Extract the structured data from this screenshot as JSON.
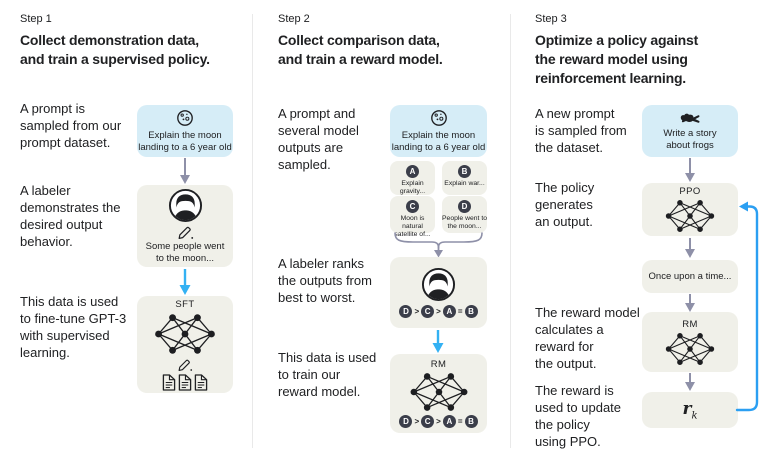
{
  "colors": {
    "background": "#ffffff",
    "text": "#202123",
    "box_blue": "#d6edf7",
    "box_gray": "#f0f0e9",
    "arrow_gray": "#8e90a8",
    "arrow_cyan": "#33b1f3",
    "arrow_feedback_blue": "#2b9ff2",
    "rank_circle": "#3b3e4a",
    "divider": "#e9e9e9"
  },
  "step1": {
    "label": "Step 1",
    "heading": "Collect demonstration data,\nand train a supervised policy.",
    "paragraphs": [
      "A prompt is\nsampled from our\nprompt dataset.",
      "A labeler\ndemonstrates the\ndesired output\nbehavior.",
      "This data is used\nto fine-tune GPT-3\nwith supervised\nlearning."
    ],
    "prompt_box": {
      "icon": "moon-icon",
      "text": "Explain the moon\nlanding to a 6 year old"
    },
    "labeler_box": {
      "icon": "labeler-icon",
      "pencil_icon": "pencil-icon",
      "text": "Some people went\nto the moon..."
    },
    "sft_box": {
      "label": "SFT",
      "network_icon": "network-icon",
      "pencil_icon": "pencil-icon",
      "documents_icon": "documents-icon"
    }
  },
  "step2": {
    "label": "Step 2",
    "heading": "Collect comparison data,\nand train a reward model.",
    "paragraphs": [
      "A prompt and\nseveral model\noutputs are\nsampled.",
      "A labeler ranks\nthe outputs from\nbest to worst.",
      "This data is used\nto train our\nreward model."
    ],
    "prompt_box": {
      "icon": "moon-icon",
      "text": "Explain the moon\nlanding to a 6 year old"
    },
    "outputs": [
      {
        "letter": "A",
        "text": "Explain gravity..."
      },
      {
        "letter": "B",
        "text": "Explain war..."
      },
      {
        "letter": "C",
        "text": "Moon is natural\nsatellite of..."
      },
      {
        "letter": "D",
        "text": "People went to\nthe moon..."
      }
    ],
    "labeler_box": {
      "icon": "labeler-icon",
      "ranking": [
        "D",
        ">",
        "C",
        ">",
        "A",
        "=",
        "B"
      ]
    },
    "rm_box": {
      "label": "RM",
      "network_icon": "network-icon",
      "ranking": [
        "D",
        ">",
        "C",
        ">",
        "A",
        "=",
        "B"
      ]
    }
  },
  "step3": {
    "label": "Step 3",
    "heading": "Optimize a policy against\nthe reward model using\nreinforcement learning.",
    "paragraphs": [
      "A new prompt\nis sampled from\nthe dataset.",
      "The policy\ngenerates\nan output.",
      "The reward model\ncalculates a\nreward for\nthe output.",
      "The reward is\nused to update\nthe policy\nusing PPO."
    ],
    "prompt_box": {
      "icon": "frog-icon",
      "text": "Write a story\nabout frogs"
    },
    "ppo_box": {
      "label": "PPO",
      "network_icon": "network-icon"
    },
    "output_box": {
      "text": "Once upon a time..."
    },
    "rm_box": {
      "label": "RM",
      "network_icon": "network-icon"
    },
    "reward_box": {
      "base": "r",
      "sub": "k"
    }
  }
}
